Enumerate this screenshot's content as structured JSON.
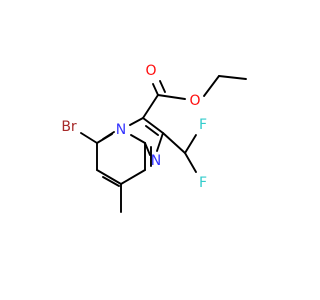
{
  "atoms": [
    {
      "id": "br",
      "label": "Br",
      "color": "#A62929"
    },
    {
      "id": "n_bridge",
      "label": "N",
      "color": "#3333FF"
    },
    {
      "id": "n_imid",
      "label": "N",
      "color": "#3333FF"
    },
    {
      "id": "o_carbonyl",
      "label": "O",
      "color": "#FF0D0D"
    },
    {
      "id": "o_ester",
      "label": "O",
      "color": "#FF0D0D"
    },
    {
      "id": "f_top",
      "label": "F",
      "color": "#33CCCC"
    },
    {
      "id": "f_bottom",
      "label": "F",
      "color": "#33CCCC"
    }
  ]
}
